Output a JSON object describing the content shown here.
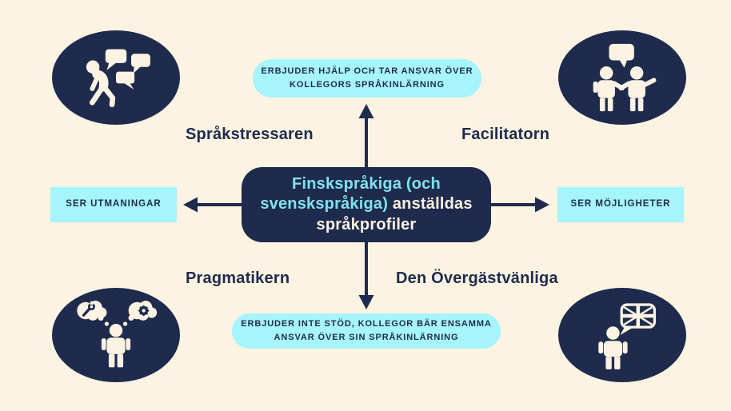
{
  "diagram_title_plain": "Finskspråkiga (och svenskspråkiga) anställdas språkprofiler",
  "center_box": {
    "line1": "Finskspråkiga (och",
    "line2_accent": "svenskspråkiga)",
    "line2_rest": " anställdas",
    "line3": "språkprofiler"
  },
  "callouts": {
    "top": {
      "lines": [
        "ERBJUDER HJÄLP OCH TAR ANSVAR ÖVER",
        "KOLLEGORS SPRÅKINLÄRNING"
      ]
    },
    "bottom": {
      "lines": [
        "ERBJUDER INTE STÖD, KOLLEGOR BÄR ENSAMMA",
        "ANSVAR ÖVER SIN SPRÅKINLÄRNING"
      ]
    },
    "left": {
      "lines": [
        "SER UTMANINGAR"
      ]
    },
    "right": {
      "lines": [
        "SER MÖJLIGHETER"
      ]
    }
  },
  "quadrants": {
    "top_left": {
      "label": "Språkstressaren",
      "icon": "stressed-walking-person-speech-bubbles-icon"
    },
    "top_right": {
      "label": "Facilitatorn",
      "icon": "two-people-handshake-speech-bubble-icon"
    },
    "bottom_left": {
      "label": "Pragmatikern",
      "icon": "person-thought-clouds-wrench-gear-icon"
    },
    "bottom_right": {
      "label": "Den Övergästvänliga",
      "icon": "person-uk-flag-speech-bubble-icon"
    }
  },
  "colors": {
    "background": "#FCF3E2",
    "navy": "#1E2B4D",
    "callout_cyan": "#A6F4FC",
    "accent_cyan": "#7FE3EC",
    "cream_text": "#FCF3E2"
  }
}
